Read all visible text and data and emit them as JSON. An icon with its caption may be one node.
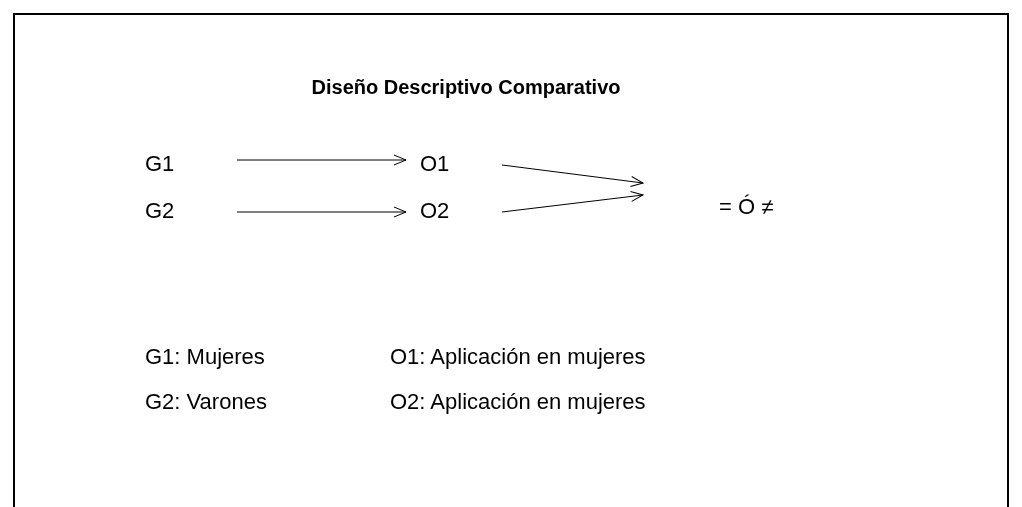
{
  "diagram": {
    "title": "Diseño Descriptivo Comparativo",
    "nodes": [
      {
        "text": [
          "G1"
        ]
      },
      {
        "text": [
          "O1"
        ]
      },
      {
        "text": [
          "G2"
        ]
      },
      {
        "text": [
          "O2"
        ]
      },
      {
        "text": [
          "= Ó ≠"
        ]
      }
    ],
    "edges": [
      {
        "from": 0,
        "to": 1,
        "arrow": "to"
      },
      {
        "from": 2,
        "to": 3,
        "arrow": "to"
      },
      {
        "from": 1,
        "to": 4,
        "arrow": "to"
      },
      {
        "from": 3,
        "to": 4,
        "arrow": "to"
      }
    ],
    "labels": [
      "G1: Mujeres",
      "O1: Aplicación en mujeres",
      "G2: Varones",
      "O2: Aplicación en mujeres"
    ]
  }
}
